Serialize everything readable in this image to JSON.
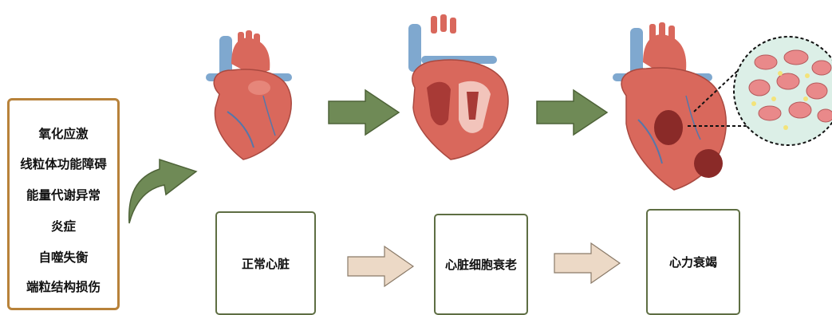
{
  "factors": [
    "氧化应激",
    "线粒体功能障碍",
    "能量代谢异常",
    "炎症",
    "自噬失衡",
    "端粒结构损伤"
  ],
  "stages": [
    "正常心脏",
    "心脏细胞衰老",
    "心力衰竭"
  ],
  "colors": {
    "factor_border": "#b8823a",
    "stage_border": "#5e6e43",
    "green_arrow": "#6f8a56",
    "beige_arrow": "#ecd9c6",
    "heart_red": "#d9685c",
    "vessel_blue": "#7fa8cf"
  }
}
